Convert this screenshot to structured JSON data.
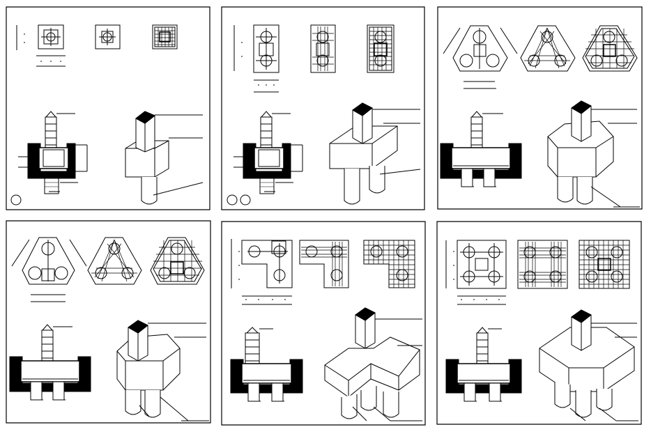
{
  "drawing": {
    "background": "#ffffff",
    "line_color": "#000000",
    "panels": [
      {
        "id": "single-pile-cap",
        "pile_count": 1,
        "circle_marks": 1
      },
      {
        "id": "two-pile-cap",
        "pile_count": 2,
        "circle_marks": 2
      },
      {
        "id": "three-pile-cap",
        "pile_count": 3,
        "circle_marks": 0
      },
      {
        "id": "three-pile-cap-alt",
        "pile_count": 3,
        "circle_marks": 0
      },
      {
        "id": "l-shaped-pile-cap",
        "pile_count": 3,
        "circle_marks": 0
      },
      {
        "id": "four-pile-cap",
        "pile_count": 4,
        "circle_marks": 0
      }
    ]
  }
}
